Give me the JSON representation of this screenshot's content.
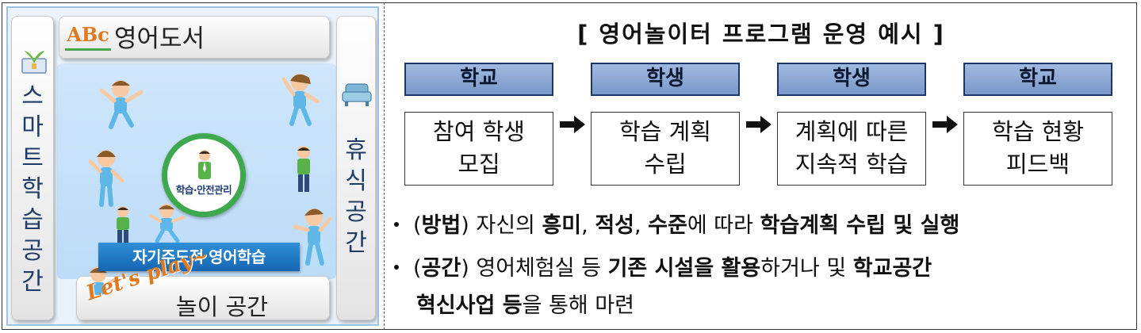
{
  "illustration": {
    "top_label": "영어도서",
    "logo_text": "ABc",
    "bottom_label": "놀이 공간",
    "left_label": [
      "스",
      "마",
      "트",
      "학",
      "습",
      "공",
      "간"
    ],
    "right_label": [
      "휴",
      "식",
      "공",
      "간"
    ],
    "center_label": "학습·안전관리",
    "banner": "자기주도적 영어학습",
    "lets_play": "Let's play~"
  },
  "title": "[ 영어놀이터 프로그램 운영 예시 ]",
  "stages": [
    {
      "head": "학교",
      "body": [
        "참여 학생",
        "모집"
      ]
    },
    {
      "head": "학생",
      "body": [
        "학습 계획",
        "수립"
      ]
    },
    {
      "head": "학생",
      "body": [
        "계획에 따른",
        "지속적 학습"
      ]
    },
    {
      "head": "학교",
      "body": [
        "학습 현황",
        "피드백"
      ]
    }
  ],
  "bullets": {
    "b1": {
      "open": "(",
      "tag": "방법",
      "close": ") 자신의 ",
      "k1": "흥미",
      "s1": ", ",
      "k2": "적성",
      "s2": ", ",
      "k3": "수준",
      "s3": "에 따라 ",
      "k4": "학습계획 수립 및 실행"
    },
    "b2": {
      "open": "(",
      "tag": "공간",
      "close": ") 영어체험실 등 ",
      "k1": "기존 시설을 활용",
      "s1": "하거나 및 ",
      "k2": "학교공간"
    },
    "b3": {
      "k1": "혁신사업 등",
      "s1": "을 통해 마련"
    }
  },
  "colors": {
    "stage_fill": "#8fabd6",
    "stage_border": "#1c3763",
    "badge_ring": "#3ea84e",
    "banner": "#1a6fbe",
    "accent_orange": "#e07a20"
  }
}
